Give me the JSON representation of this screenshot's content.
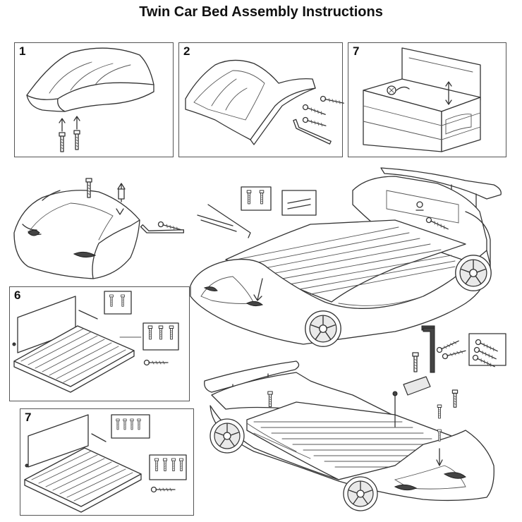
{
  "title": "Twin Car Bed Assembly Instructions",
  "panels": {
    "p1": {
      "label": "1"
    },
    "p2": {
      "label": "2"
    },
    "p7a": {
      "label": "7"
    },
    "p6": {
      "label": "6"
    },
    "p7b": {
      "label": "7"
    }
  }
}
